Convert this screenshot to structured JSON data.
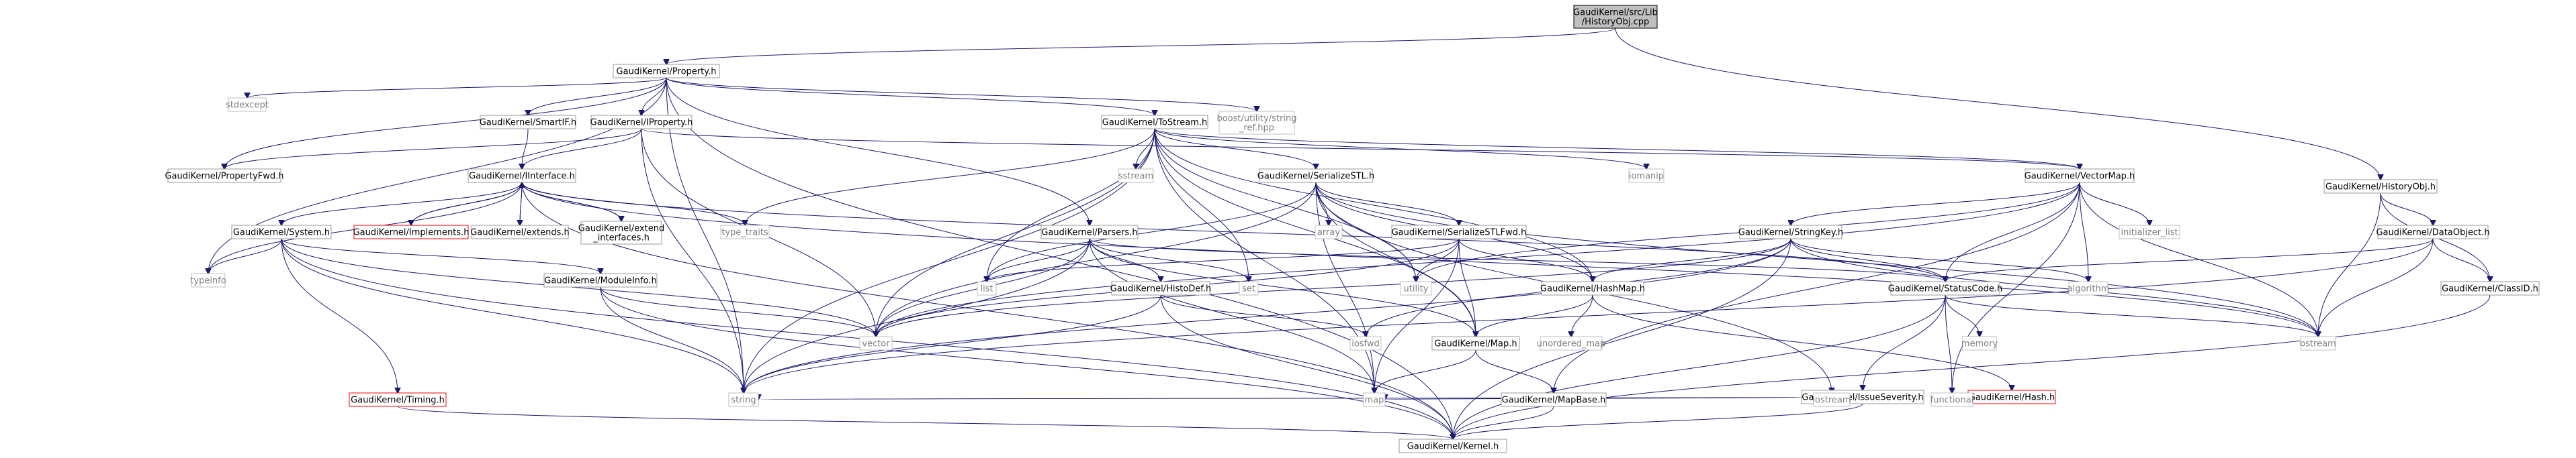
{
  "nodes": [
    {
      "id": "HistoryObj_cpp",
      "lines": [
        "GaudiKernel/src/Lib",
        "/HistoryObj.cpp"
      ],
      "style": "root"
    },
    {
      "id": "Property_h",
      "lines": [
        "GaudiKernel/Property.h"
      ],
      "style": "normal"
    },
    {
      "id": "HistoryObj_h",
      "lines": [
        "GaudiKernel/HistoryObj.h"
      ],
      "style": "normal"
    },
    {
      "id": "stdexcept",
      "lines": [
        "stdexcept"
      ],
      "style": "leaf"
    },
    {
      "id": "SmartIF_h",
      "lines": [
        "GaudiKernel/SmartIF.h"
      ],
      "style": "normal"
    },
    {
      "id": "IProperty_h",
      "lines": [
        "GaudiKernel/IProperty.h"
      ],
      "style": "normal"
    },
    {
      "id": "ToStream_h",
      "lines": [
        "GaudiKernel/ToStream.h"
      ],
      "style": "normal"
    },
    {
      "id": "boost_string_ref",
      "lines": [
        "boost/utility/string",
        "_ref.hpp"
      ],
      "style": "leaf"
    },
    {
      "id": "PropertyFwd_h",
      "lines": [
        "GaudiKernel/PropertyFwd.h"
      ],
      "style": "normal"
    },
    {
      "id": "IInterface_h",
      "lines": [
        "GaudiKernel/IInterface.h"
      ],
      "style": "normal"
    },
    {
      "id": "sstream",
      "lines": [
        "sstream"
      ],
      "style": "leaf"
    },
    {
      "id": "SerializeSTL_h",
      "lines": [
        "GaudiKernel/SerializeSTL.h"
      ],
      "style": "normal"
    },
    {
      "id": "iomanip",
      "lines": [
        "iomanip"
      ],
      "style": "leaf"
    },
    {
      "id": "VectorMap_h",
      "lines": [
        "GaudiKernel/VectorMap.h"
      ],
      "style": "normal"
    },
    {
      "id": "System_h",
      "lines": [
        "GaudiKernel/System.h"
      ],
      "style": "normal"
    },
    {
      "id": "Implements_h",
      "lines": [
        "GaudiKernel/Implements.h"
      ],
      "style": "red"
    },
    {
      "id": "extends_h",
      "lines": [
        "GaudiKernel/extends.h"
      ],
      "style": "normal"
    },
    {
      "id": "extend_interfaces_h",
      "lines": [
        "GaudiKernel/extend",
        "_interfaces.h"
      ],
      "style": "normal"
    },
    {
      "id": "type_traits",
      "lines": [
        "type_traits"
      ],
      "style": "leaf"
    },
    {
      "id": "Parsers_h",
      "lines": [
        "GaudiKernel/Parsers.h"
      ],
      "style": "normal"
    },
    {
      "id": "array",
      "lines": [
        "array"
      ],
      "style": "leaf"
    },
    {
      "id": "SerializeSTLFwd_h",
      "lines": [
        "GaudiKernel/SerializeSTLFwd.h"
      ],
      "style": "normal"
    },
    {
      "id": "StringKey_h",
      "lines": [
        "GaudiKernel/StringKey.h"
      ],
      "style": "normal"
    },
    {
      "id": "initializer_list",
      "lines": [
        "initializer_list"
      ],
      "style": "leaf"
    },
    {
      "id": "DataObject_h",
      "lines": [
        "GaudiKernel/DataObject.h"
      ],
      "style": "normal"
    },
    {
      "id": "typeinfo",
      "lines": [
        "typeinfo"
      ],
      "style": "leaf"
    },
    {
      "id": "ModuleInfo_h",
      "lines": [
        "GaudiKernel/ModuleInfo.h"
      ],
      "style": "normal"
    },
    {
      "id": "list",
      "lines": [
        "list"
      ],
      "style": "leaf"
    },
    {
      "id": "HistoDef_h",
      "lines": [
        "GaudiKernel/HistoDef.h"
      ],
      "style": "normal"
    },
    {
      "id": "set",
      "lines": [
        "set"
      ],
      "style": "leaf"
    },
    {
      "id": "utility",
      "lines": [
        "utility"
      ],
      "style": "leaf"
    },
    {
      "id": "HashMap_h",
      "lines": [
        "GaudiKernel/HashMap.h"
      ],
      "style": "normal"
    },
    {
      "id": "StatusCode_h",
      "lines": [
        "GaudiKernel/StatusCode.h"
      ],
      "style": "normal"
    },
    {
      "id": "algorithm",
      "lines": [
        "algorithm"
      ],
      "style": "leaf"
    },
    {
      "id": "ClassID_h",
      "lines": [
        "GaudiKernel/ClassID.h"
      ],
      "style": "normal"
    },
    {
      "id": "vector",
      "lines": [
        "vector"
      ],
      "style": "leaf"
    },
    {
      "id": "iosfwd",
      "lines": [
        "iosfwd"
      ],
      "style": "leaf"
    },
    {
      "id": "unordered_map",
      "lines": [
        "unordered_map"
      ],
      "style": "leaf"
    },
    {
      "id": "Map_h",
      "lines": [
        "GaudiKernel/Map.h"
      ],
      "style": "normal"
    },
    {
      "id": "memory",
      "lines": [
        "memory"
      ],
      "style": "leaf"
    },
    {
      "id": "ostream",
      "lines": [
        "ostream"
      ],
      "style": "leaf"
    },
    {
      "id": "IssueSeverity_h",
      "lines": [
        "GaudiKernel/IssueSeverity.h"
      ],
      "style": "normal"
    },
    {
      "id": "Hash_h",
      "lines": [
        "GaudiKernel/Hash.h"
      ],
      "style": "red"
    },
    {
      "id": "Timing_h",
      "lines": [
        "GaudiKernel/Timing.h"
      ],
      "style": "red"
    },
    {
      "id": "string",
      "lines": [
        "string"
      ],
      "style": "leaf"
    },
    {
      "id": "map",
      "lines": [
        "map"
      ],
      "style": "leaf"
    },
    {
      "id": "iostream",
      "lines": [
        "iostream"
      ],
      "style": "leaf"
    },
    {
      "id": "functional",
      "lines": [
        "functional"
      ],
      "style": "leaf"
    },
    {
      "id": "MapBase_h",
      "lines": [
        "GaudiKernel/MapBase.h"
      ],
      "style": "normal"
    },
    {
      "id": "Kernel_h",
      "lines": [
        "GaudiKernel/Kernel.h"
      ],
      "style": "normal"
    }
  ],
  "edges": [
    [
      "HistoryObj_cpp",
      "Property_h"
    ],
    [
      "HistoryObj_cpp",
      "HistoryObj_h"
    ],
    [
      "Property_h",
      "stdexcept"
    ],
    [
      "Property_h",
      "SmartIF_h"
    ],
    [
      "Property_h",
      "IProperty_h"
    ],
    [
      "Property_h",
      "ToStream_h"
    ],
    [
      "Property_h",
      "boost_string_ref"
    ],
    [
      "Property_h",
      "Parsers_h"
    ],
    [
      "Property_h",
      "PropertyFwd_h"
    ],
    [
      "Property_h",
      "typeinfo"
    ],
    [
      "Property_h",
      "string"
    ],
    [
      "Property_h",
      "Kernel_h"
    ],
    [
      "SmartIF_h",
      "IInterface_h"
    ],
    [
      "IProperty_h",
      "PropertyFwd_h"
    ],
    [
      "IProperty_h",
      "IInterface_h"
    ],
    [
      "IProperty_h",
      "vector"
    ],
    [
      "IProperty_h",
      "string"
    ],
    [
      "IProperty_h",
      "VectorMap_h"
    ],
    [
      "IInterface_h",
      "System_h"
    ],
    [
      "IInterface_h",
      "Implements_h"
    ],
    [
      "IInterface_h",
      "extends_h"
    ],
    [
      "IInterface_h",
      "extend_interfaces_h"
    ],
    [
      "IInterface_h",
      "type_traits"
    ],
    [
      "IInterface_h",
      "typeinfo"
    ],
    [
      "IInterface_h",
      "StatusCode_h"
    ],
    [
      "IInterface_h",
      "ostream"
    ],
    [
      "IInterface_h",
      "Kernel_h"
    ],
    [
      "Implements_h",
      "IInterface_h"
    ],
    [
      "extends_h",
      "IInterface_h"
    ],
    [
      "extend_interfaces_h",
      "IInterface_h"
    ],
    [
      "System_h",
      "ModuleInfo_h"
    ],
    [
      "System_h",
      "Timing_h"
    ],
    [
      "System_h",
      "typeinfo"
    ],
    [
      "System_h",
      "vector"
    ],
    [
      "System_h",
      "string"
    ],
    [
      "System_h",
      "Kernel_h"
    ],
    [
      "ModuleInfo_h",
      "vector"
    ],
    [
      "ModuleInfo_h",
      "string"
    ],
    [
      "ModuleInfo_h",
      "Kernel_h"
    ],
    [
      "Timing_h",
      "Kernel_h"
    ],
    [
      "ToStream_h",
      "sstream"
    ],
    [
      "ToStream_h",
      "iomanip"
    ],
    [
      "ToStream_h",
      "SerializeSTL_h"
    ],
    [
      "ToStream_h",
      "VectorMap_h"
    ],
    [
      "ToStream_h",
      "HashMap_h"
    ],
    [
      "ToStream_h",
      "Map_h"
    ],
    [
      "ToStream_h",
      "list"
    ],
    [
      "ToStream_h",
      "set"
    ],
    [
      "ToStream_h",
      "map"
    ],
    [
      "ToStream_h",
      "vector"
    ],
    [
      "ToStream_h",
      "string"
    ],
    [
      "ToStream_h",
      "type_traits"
    ],
    [
      "ToStream_h",
      "utility"
    ],
    [
      "SerializeSTL_h",
      "array"
    ],
    [
      "SerializeSTL_h",
      "SerializeSTLFwd_h"
    ],
    [
      "SerializeSTL_h",
      "HashMap_h"
    ],
    [
      "SerializeSTL_h",
      "Map_h"
    ],
    [
      "SerializeSTL_h",
      "list"
    ],
    [
      "SerializeSTL_h",
      "utility"
    ],
    [
      "SerializeSTL_h",
      "vector"
    ],
    [
      "SerializeSTL_h",
      "map"
    ],
    [
      "SerializeSTL_h",
      "ostream"
    ],
    [
      "SerializeSTL_h",
      "iostream"
    ],
    [
      "SerializeSTLFwd_h",
      "list"
    ],
    [
      "SerializeSTLFwd_h",
      "utility"
    ],
    [
      "SerializeSTLFwd_h",
      "vector"
    ],
    [
      "SerializeSTLFwd_h",
      "map"
    ],
    [
      "SerializeSTLFwd_h",
      "Map_h"
    ],
    [
      "SerializeSTLFwd_h",
      "HashMap_h"
    ],
    [
      "VectorMap_h",
      "StringKey_h"
    ],
    [
      "VectorMap_h",
      "initializer_list"
    ],
    [
      "VectorMap_h",
      "StatusCode_h"
    ],
    [
      "VectorMap_h",
      "algorithm"
    ],
    [
      "VectorMap_h",
      "utility"
    ],
    [
      "VectorMap_h",
      "vector"
    ],
    [
      "VectorMap_h",
      "ostream"
    ],
    [
      "VectorMap_h",
      "functional"
    ],
    [
      "VectorMap_h",
      "MapBase_h"
    ],
    [
      "StringKey_h",
      "StatusCode_h"
    ],
    [
      "StringKey_h",
      "algorithm"
    ],
    [
      "StringKey_h",
      "HashMap_h"
    ],
    [
      "StringKey_h",
      "iosfwd"
    ],
    [
      "StringKey_h",
      "string"
    ],
    [
      "StringKey_h",
      "vector"
    ],
    [
      "StringKey_h",
      "Kernel_h"
    ],
    [
      "StringKey_h",
      "ostream"
    ],
    [
      "StatusCode_h",
      "IssueSeverity_h"
    ],
    [
      "StatusCode_h",
      "memory"
    ],
    [
      "StatusCode_h",
      "ostream"
    ],
    [
      "StatusCode_h",
      "functional"
    ],
    [
      "StatusCode_h",
      "Kernel_h"
    ],
    [
      "IssueSeverity_h",
      "string"
    ],
    [
      "IssueSeverity_h",
      "map"
    ],
    [
      "IssueSeverity_h",
      "iostream"
    ],
    [
      "IssueSeverity_h",
      "Kernel_h"
    ],
    [
      "Parsers_h",
      "list"
    ],
    [
      "Parsers_h",
      "set"
    ],
    [
      "Parsers_h",
      "vector"
    ],
    [
      "Parsers_h",
      "string"
    ],
    [
      "Parsers_h",
      "map"
    ],
    [
      "Parsers_h",
      "HistoDef_h"
    ],
    [
      "Parsers_h",
      "Map_h"
    ],
    [
      "Parsers_h",
      "StatusCode_h"
    ],
    [
      "HistoDef_h",
      "iosfwd"
    ],
    [
      "HistoDef_h",
      "string"
    ],
    [
      "HistoDef_h",
      "Kernel_h"
    ],
    [
      "HashMap_h",
      "Map_h"
    ],
    [
      "HashMap_h",
      "Hash_h"
    ],
    [
      "HashMap_h",
      "unordered_map"
    ],
    [
      "Map_h",
      "map"
    ],
    [
      "Map_h",
      "MapBase_h"
    ],
    [
      "MapBase_h",
      "Kernel_h"
    ],
    [
      "HistoryObj_h",
      "DataObject_h"
    ],
    [
      "HistoryObj_h",
      "ClassID_h"
    ],
    [
      "HistoryObj_h",
      "ostream"
    ],
    [
      "DataObject_h",
      "ClassID_h"
    ],
    [
      "DataObject_h",
      "StatusCode_h"
    ],
    [
      "DataObject_h",
      "ostream"
    ],
    [
      "DataObject_h",
      "string"
    ],
    [
      "ClassID_h",
      "Kernel_h"
    ]
  ]
}
